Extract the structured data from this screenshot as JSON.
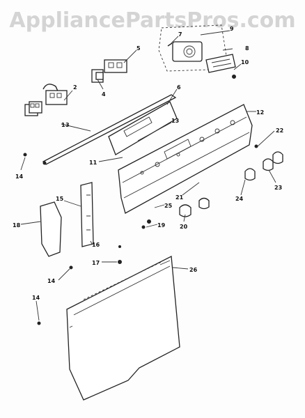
{
  "watermark": "AppliancePartsPros.com",
  "callouts": [
    "1",
    "2",
    "3",
    "4",
    "5",
    "6",
    "7",
    "8",
    "9",
    "10",
    "11",
    "12",
    "13",
    "14",
    "14",
    "14",
    "15",
    "16",
    "17",
    "18",
    "19",
    "20",
    "21",
    "22",
    "23",
    "24",
    "25",
    "26"
  ]
}
